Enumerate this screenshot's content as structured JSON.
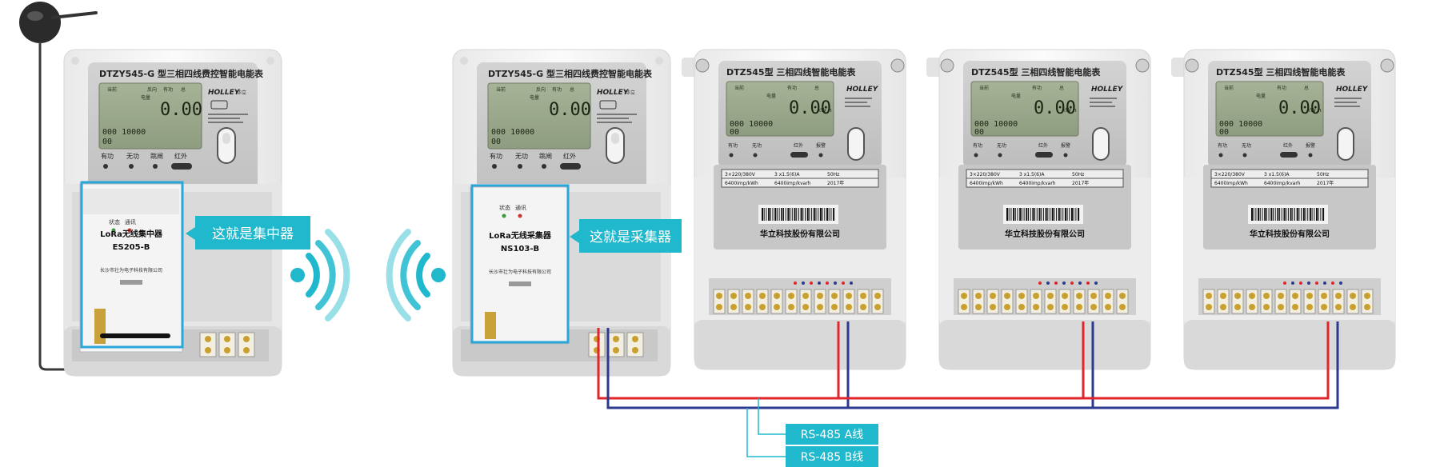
{
  "meter_a": {
    "model": "DTZY545-G 型三相四线费控智能电能表",
    "lcd_labels": [
      "当前",
      "反向",
      "有功",
      "总"
    ],
    "lcd_energy_label": "电量",
    "lcd_value": "0.00",
    "lcd_code": "000 10000",
    "lcd_code2": "00",
    "brand": "HOLLEY",
    "brand_sub": "华立",
    "indicators": [
      "有功",
      "无功",
      "跳闸",
      "红外"
    ]
  },
  "meter_b": {
    "model": "DTZ545型  三相四线智能电能表",
    "lcd_labels": [
      "当前",
      "有功",
      "总"
    ],
    "lcd_energy_label": "电量",
    "lcd_value": "0.00",
    "lcd_unit": "kW h",
    "lcd_code": "000 10000",
    "lcd_code2": "00",
    "brand": "HOLLEY",
    "indicators": [
      "有功",
      "无功",
      "红外",
      "报警"
    ],
    "spec_row1": [
      "3×220/380V",
      "3 x1.5(6)A",
      "50Hz"
    ],
    "spec_row2": [
      "6400imp/kWh",
      "6400imp/kvarh",
      "2017年"
    ],
    "company": "华立科技股份有限公司"
  },
  "concentrator": {
    "status_labels": [
      "状态",
      "通讯"
    ],
    "name": "LoRa无线集中器",
    "model": "ES205-B",
    "maker": "长沙市壮为电子科技有限公司",
    "callout": "这就是集中器"
  },
  "collector": {
    "status_labels": [
      "状态",
      "通讯"
    ],
    "name": "LoRa无线采集器",
    "model": "NS103-B",
    "maker": "长沙市壮为电子科技有限公司",
    "callout": "这就是采集器"
  },
  "legend": {
    "a_line": "RS-485 A线",
    "b_line": "RS-485 B线"
  },
  "colors": {
    "accent": "#1fb8cc",
    "wire_a": "#e0262b",
    "wire_b": "#2b3a8f",
    "lcd_bg": "#9aa88a",
    "meter_body": "#f2f2f2"
  }
}
